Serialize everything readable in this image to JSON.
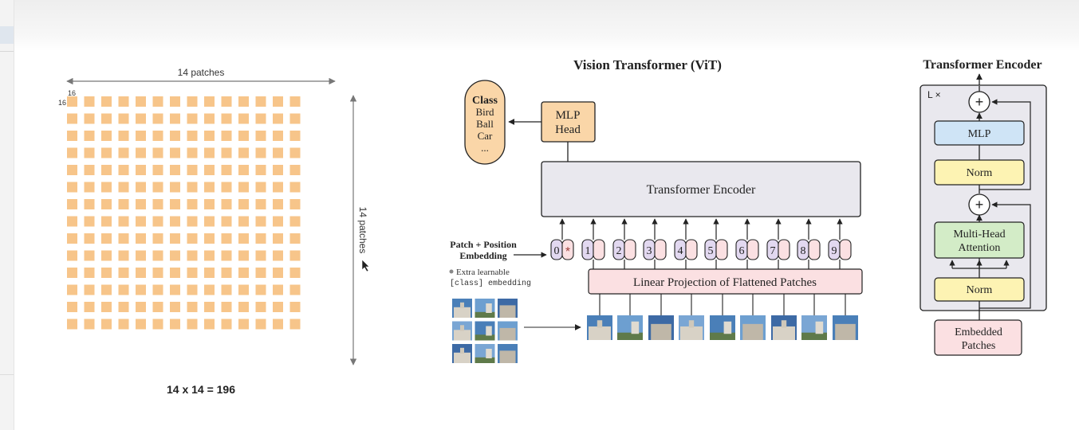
{
  "colors": {
    "patch": "#f7c58a",
    "mlp_head": "#fad6a8",
    "class_box": "#fad6a8",
    "encoder_box": "#e9e8ee",
    "token": "#fbe0e2",
    "token_index": "#e2d8f0",
    "linear_proj": "#fbe0e2",
    "mlp_block": "#cfe4f6",
    "norm_block": "#fdf3b3",
    "attention_block": "#d3ecc7",
    "embedded_patches": "#fbe0e2",
    "encoder_outer": "#e9e8ee"
  },
  "patch_grid": {
    "rows": 14,
    "cols": 14,
    "width_label": "14 patches",
    "height_label": "14 patches",
    "patch_w_label": "16",
    "patch_h_label": "16",
    "formula": "14 x 14 = 196"
  },
  "vit": {
    "title": "Vision Transformer (ViT)",
    "class_title": "Class",
    "class_items": [
      "Bird",
      "Ball",
      "Car",
      "..."
    ],
    "mlp_head_line1": "MLP",
    "mlp_head_line2": "Head",
    "encoder_label": "Transformer Encoder",
    "embedding_label_line1": "Patch + Position",
    "embedding_label_line2": "Embedding",
    "extra_note_line1": "Extra learnable",
    "extra_note_line2": "[class] embedding",
    "token_indices": [
      "0",
      "1",
      "2",
      "3",
      "4",
      "5",
      "6",
      "7",
      "8",
      "9"
    ],
    "class_token_mark": "*",
    "linear_projection": "Linear Projection of Flattened Patches"
  },
  "encoder_detail": {
    "title": "Transformer Encoder",
    "repeat_label": "L ×",
    "mlp": "MLP",
    "norm_top": "Norm",
    "attention_line1": "Multi-Head",
    "attention_line2": "Attention",
    "norm_bottom": "Norm",
    "embedded_line1": "Embedded",
    "embedded_line2": "Patches",
    "plus": "+"
  }
}
